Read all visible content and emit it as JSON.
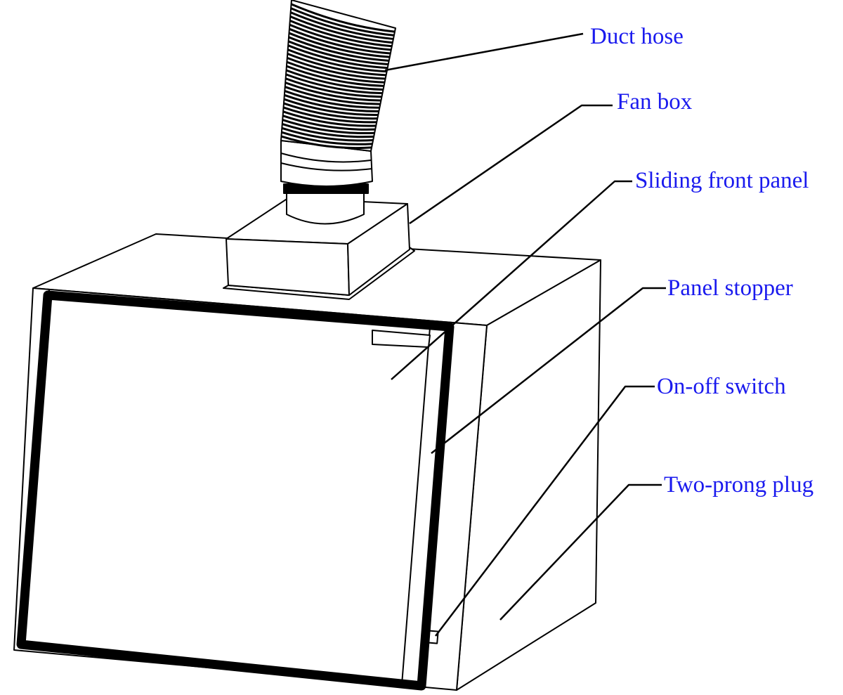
{
  "labels": {
    "duct_hose": "Duct hose",
    "fan_box": "Fan box",
    "sliding_front_panel": "Sliding front panel",
    "panel_stopper": "Panel stopper",
    "on_off_switch": "On-off switch",
    "two_prong_plug": "Two-prong plug"
  },
  "colors": {
    "label": "#1a1aee",
    "line": "#000000"
  }
}
